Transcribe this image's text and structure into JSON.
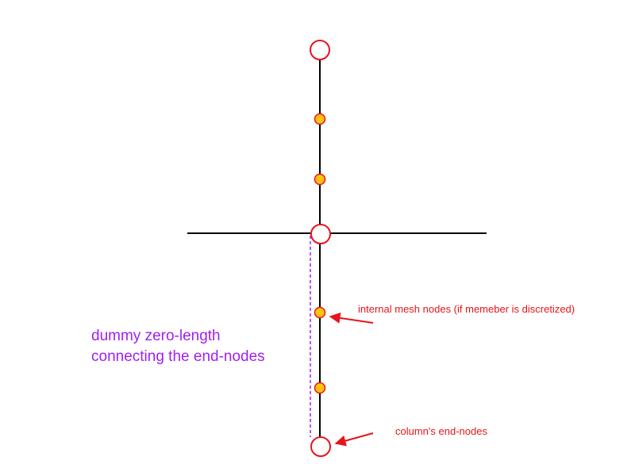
{
  "annotations": {
    "internal_mesh_nodes": "internal mesh nodes (if memeber is discretized)",
    "column_end_nodes": "column's end-nodes",
    "dummy_link_line1": "dummy zero-length",
    "dummy_link_line2": "connecting the end-nodes"
  },
  "colors": {
    "member_line": "#000000",
    "node_outline": "#e8141a",
    "end_node_fill": "#ffffff",
    "mesh_node_fill": "#ffc20e",
    "arrow": "#e8141a",
    "annotation_red": "#e8141a",
    "dummy_link": "#a020f0"
  }
}
